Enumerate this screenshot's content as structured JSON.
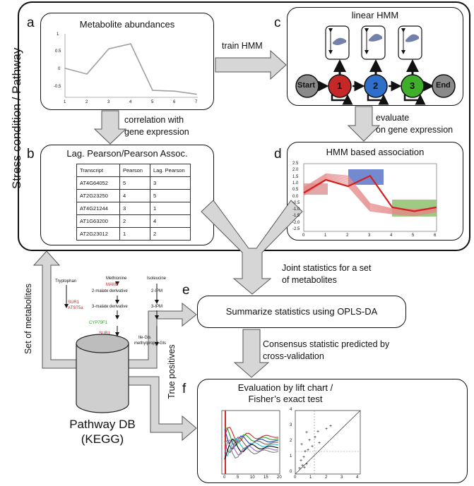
{
  "outer_label": "Stress condition / Pathway",
  "panels": {
    "a": {
      "letter": "a",
      "title": "Metabolite abundances",
      "x_ticks": [
        "1",
        "2",
        "3",
        "4",
        "5",
        "6",
        "7"
      ],
      "y_ticks": [
        "1",
        "0.5",
        "0",
        "-0.5"
      ]
    },
    "b": {
      "letter": "b",
      "title": "Lag. Pearson/Pearson Assoc."
    },
    "c": {
      "letter": "c",
      "title": "linear HMM",
      "states": [
        "Start",
        "1",
        "2",
        "3",
        "End"
      ]
    },
    "d": {
      "letter": "d",
      "title": "HMM based association",
      "y_ticks": [
        "2.5",
        "2.0",
        "1.5",
        "1.0",
        "0.5",
        "0.0",
        "-0.5",
        "-1.0",
        "-1.5",
        "-2.0",
        "-2.5"
      ],
      "x_ticks": [
        "0",
        "1",
        "2",
        "3",
        "4",
        "5",
        "6"
      ]
    },
    "e": {
      "letter": "e",
      "title": "Summarize statistics using OPLS-DA"
    },
    "f": {
      "letter": "f",
      "title_line1": "Evaluation by lift chart /",
      "title_line2": "Fisher’s exact test"
    }
  },
  "table": {
    "headers": [
      "Transcript",
      "Pearson",
      "Lag. Pearson"
    ],
    "rows": [
      [
        "AT4G64052",
        "5",
        "3"
      ],
      [
        "AT2G23250",
        "4",
        "5"
      ],
      [
        "AT4G21244",
        "3",
        "1"
      ],
      [
        "AT1G63200",
        "2",
        "4"
      ],
      [
        "AT2G23012",
        "1",
        "2"
      ]
    ]
  },
  "arrows": {
    "train": "train HMM",
    "correlation_1": "correlation with",
    "correlation_2": "gene expression",
    "evaluate_1": "evaluate",
    "evaluate_2": "on gene expression",
    "joint_1": "Joint statistics for a set",
    "joint_2": "of metabolites",
    "consensus_1": "Consensus statistic predicted by",
    "consensus_2": "cross-validation",
    "set_of_metabolites": "Set of metabolites",
    "true_positives": "True positives"
  },
  "pathway_db": {
    "line1": "Pathway DB",
    "line2": "(KEGG)"
  },
  "pathway_sketch": {
    "nodes": [
      "Tryptophan",
      "Methionine",
      "Isoleucine",
      "MAM3",
      "2-malate derivative",
      "2-IPM",
      "3-malate derivative",
      "3-IPM",
      "SUR1",
      "ATST5a",
      "CYP79F1",
      "SUR1",
      "Ile-Gls",
      "methylpropyl-Gls"
    ]
  },
  "lift_chart": {
    "x_ticks": [
      "0",
      "5",
      "10",
      "15",
      "20"
    ],
    "series_colors": [
      "#d62728",
      "#2ca02c",
      "#1f3fbf",
      "#8c564b",
      "#17becf",
      "#000000",
      "#9467bd",
      "#7f7f7f"
    ]
  },
  "scatter": {
    "x_ticks": [
      "0",
      "1",
      "2",
      "3",
      "4"
    ],
    "y_ticks": [
      "0",
      "1",
      "2",
      "3",
      "4"
    ]
  },
  "chart_data": {
    "type": "line",
    "x": [
      1,
      2,
      3,
      4,
      5,
      6,
      7
    ],
    "values": [
      0.15,
      0.0,
      0.65,
      0.78,
      -0.42,
      -0.44,
      -0.52
    ],
    "ylim": [
      -0.6,
      1.0
    ],
    "xlim": [
      1,
      7
    ]
  },
  "colors": {
    "state1": "#c62828",
    "state2": "#2e6fc9",
    "state3": "#3fae2a",
    "terminal": "#8a8a8a",
    "arrow_fill": "#d6d6d6",
    "red_path": "#d21f1f"
  }
}
